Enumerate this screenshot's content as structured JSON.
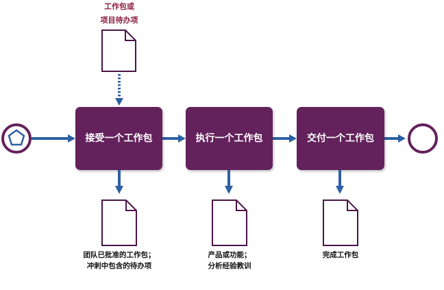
{
  "input_document": {
    "lines": [
      "工作包或",
      "项目待办项"
    ],
    "color": "#8b1e3f"
  },
  "steps": [
    {
      "label": "接受一个工作包"
    },
    {
      "label": "执行一个工作包"
    },
    {
      "label": "交付一个工作包"
    }
  ],
  "outputs": [
    {
      "lines": [
        "团队已批准的工作包；",
        "冲刺中包含的待办项"
      ]
    },
    {
      "lines": [
        "产品或功能；",
        "分析经验教训"
      ]
    },
    {
      "lines": [
        "完成工作包"
      ]
    }
  ],
  "start_event": {
    "icon": "pentagon-icon"
  },
  "end_event": {
    "icon": "circle-icon"
  },
  "colors": {
    "box": "#63215b",
    "arrow": "#2c5fa3",
    "doc_stroke": "#4a1347",
    "text_on_box": "#ffffff"
  }
}
